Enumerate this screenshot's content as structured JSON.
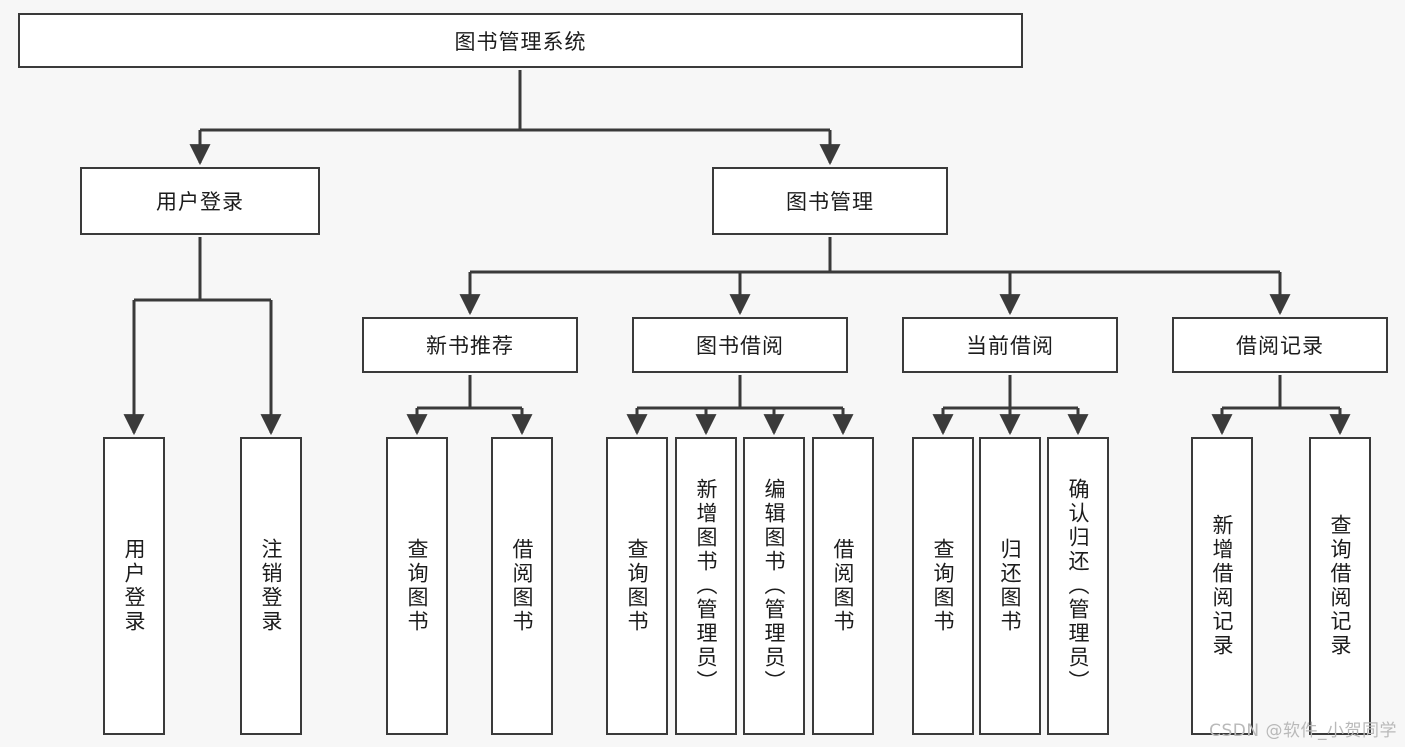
{
  "diagram": {
    "title": "图书管理系统",
    "watermark": "CSDN @软件_小贺同学",
    "colors": {
      "background": "#f7f7f7",
      "node_fill": "#ffffff",
      "node_border": "#3a3a3a",
      "edge": "#3a3a3a",
      "text": "#1c1c1c",
      "watermark": "#b9b9b9"
    },
    "nodes": {
      "root": {
        "label": "图书管理系统"
      },
      "level2": [
        {
          "id": "user-login",
          "label": "用户登录"
        },
        {
          "id": "book-manage",
          "label": "图书管理"
        }
      ],
      "level3": [
        {
          "id": "new-book-recommend",
          "label": "新书推荐"
        },
        {
          "id": "book-borrow",
          "label": "图书借阅"
        },
        {
          "id": "current-borrow",
          "label": "当前借阅"
        },
        {
          "id": "borrow-record",
          "label": "借阅记录"
        }
      ],
      "leaves": {
        "user_login": [
          {
            "id": "leaf-user-login",
            "label": "用户登录"
          },
          {
            "id": "leaf-user-logout",
            "label": "注销登录"
          }
        ],
        "new_book_recommend": [
          {
            "id": "leaf-query-book-1",
            "label": "查询图书"
          },
          {
            "id": "leaf-borrow-book-1",
            "label": "借阅图书"
          }
        ],
        "book_borrow": [
          {
            "id": "leaf-query-book-2",
            "label": "查询图书"
          },
          {
            "id": "leaf-add-book",
            "label": "新增图书（管理员）"
          },
          {
            "id": "leaf-edit-book",
            "label": "编辑图书（管理员）"
          },
          {
            "id": "leaf-borrow-book-2",
            "label": "借阅图书"
          }
        ],
        "current_borrow": [
          {
            "id": "leaf-query-book-3",
            "label": "查询图书"
          },
          {
            "id": "leaf-return-book",
            "label": "归还图书"
          },
          {
            "id": "leaf-confirm-return",
            "label": "确认归还（管理员）"
          }
        ],
        "borrow_record": [
          {
            "id": "leaf-add-record",
            "label": "新增借阅记录"
          },
          {
            "id": "leaf-query-record",
            "label": "查询借阅记录"
          }
        ]
      }
    }
  }
}
